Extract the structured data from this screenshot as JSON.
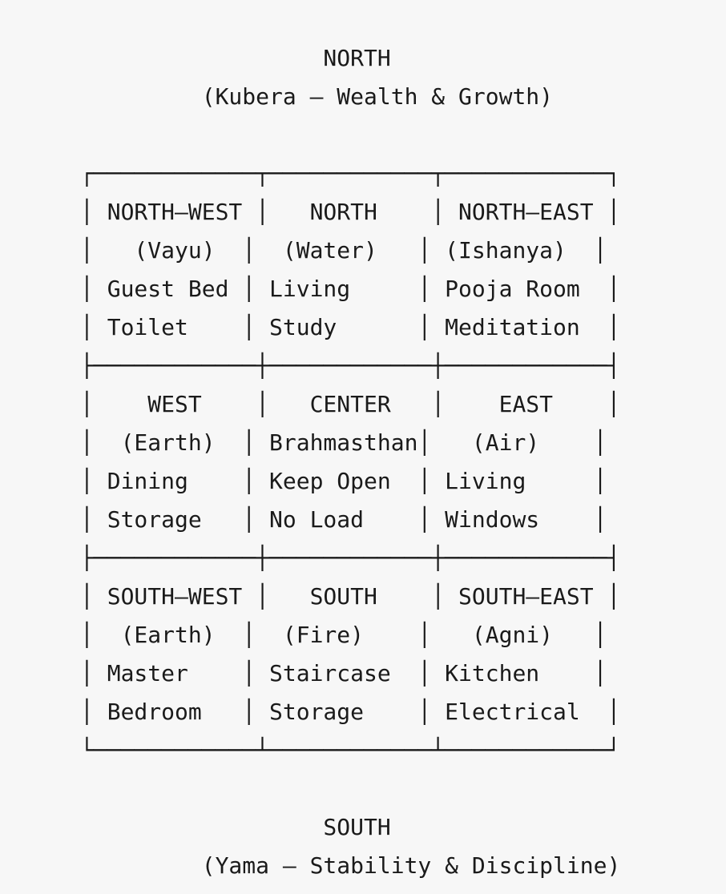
{
  "colors": {
    "background": "#f7f7f7",
    "text": "#1a1a1a"
  },
  "header": {
    "label": "NORTH",
    "subtitle": "(Kubera — Wealth & Growth)"
  },
  "footer": {
    "label": "SOUTH",
    "subtitle": "(Yama — Stability & Discipline)"
  },
  "vastu_grid": {
    "rows": [
      [
        {
          "direction": "NORTH—WEST",
          "aspect": "(Vayu)",
          "rooms": [
            "Guest Bed",
            "Toilet"
          ]
        },
        {
          "direction": "NORTH",
          "aspect": "(Water)",
          "rooms": [
            "Living",
            "Study"
          ]
        },
        {
          "direction": "NORTH—EAST",
          "aspect": "(Ishanya)",
          "rooms": [
            "Pooja Room",
            "Meditation"
          ]
        }
      ],
      [
        {
          "direction": "WEST",
          "aspect": "(Earth)",
          "rooms": [
            "Dining",
            "Storage"
          ]
        },
        {
          "direction": "CENTER",
          "aspect": "Brahmasthan",
          "rooms": [
            "Keep Open",
            "No Load"
          ]
        },
        {
          "direction": "EAST",
          "aspect": "(Air)",
          "rooms": [
            "Living",
            "Windows"
          ]
        }
      ],
      [
        {
          "direction": "SOUTH—WEST",
          "aspect": "(Earth)",
          "rooms": [
            "Master",
            "Bedroom"
          ]
        },
        {
          "direction": "SOUTH",
          "aspect": "(Fire)",
          "rooms": [
            "Staircase",
            "Storage"
          ]
        },
        {
          "direction": "SOUTH—EAST",
          "aspect": "(Agni)",
          "rooms": [
            "Kitchen",
            "Electrical"
          ]
        }
      ]
    ]
  },
  "diagram": {
    "lines": [
      "                  NORTH",
      "         (Kubera — Wealth & Growth)",
      "",
      "┌────────────┬────────────┬────────────┐",
      "│ NORTH—WEST │   NORTH    │ NORTH—EAST │",
      "│   (Vayu)  │  (Water)   │ (Ishanya)  │",
      "│ Guest Bed │ Living     │ Pooja Room  │",
      "│ Toilet    │ Study      │ Meditation  │",
      "├────────────┼────────────┼────────────┤",
      "│    WEST    │   CENTER   │    EAST    │",
      "│  (Earth)  │ Brahmasthan│   (Air)    │",
      "│ Dining    │ Keep Open  │ Living     │",
      "│ Storage   │ No Load    │ Windows    │",
      "├────────────┼────────────┼────────────┤",
      "│ SOUTH—WEST │   SOUTH    │ SOUTH—EAST │",
      "│  (Earth)  │  (Fire)    │   (Agni)   │",
      "│ Master    │ Staircase  │ Kitchen    │",
      "│ Bedroom   │ Storage    │ Electrical  │",
      "└────────────┴────────────┴────────────┘",
      "",
      "                  SOUTH",
      "         (Yama — Stability & Discipline)"
    ]
  }
}
